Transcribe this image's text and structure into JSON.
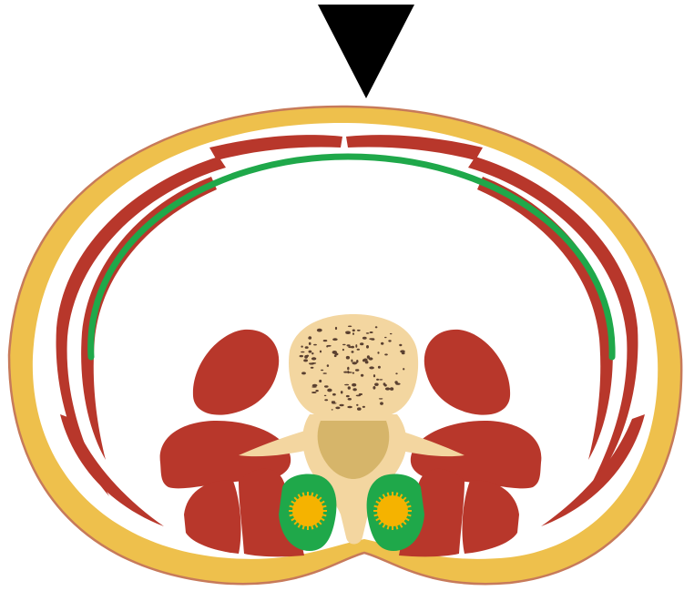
{
  "figure": {
    "type": "anatomical-cross-section",
    "view": "axial",
    "text_labels": [],
    "marker": {
      "shape": "downward-triangle",
      "color": "#000000"
    }
  },
  "colors": {
    "background": "#ffffff",
    "skin_outline": "#c77a5a",
    "subcutaneous_fat": "#eec04c",
    "muscle": "#b8372b",
    "muscle_highlight": "#cf4a3b",
    "peritoneum": "#1fa84a",
    "vertebral_body": "#f3d6a0",
    "trabecular_dots": "#5a4030",
    "spinal_canal": "#d6b56a",
    "kidney_fat": "#1fa84a",
    "kidney_core": "#f5b300"
  }
}
